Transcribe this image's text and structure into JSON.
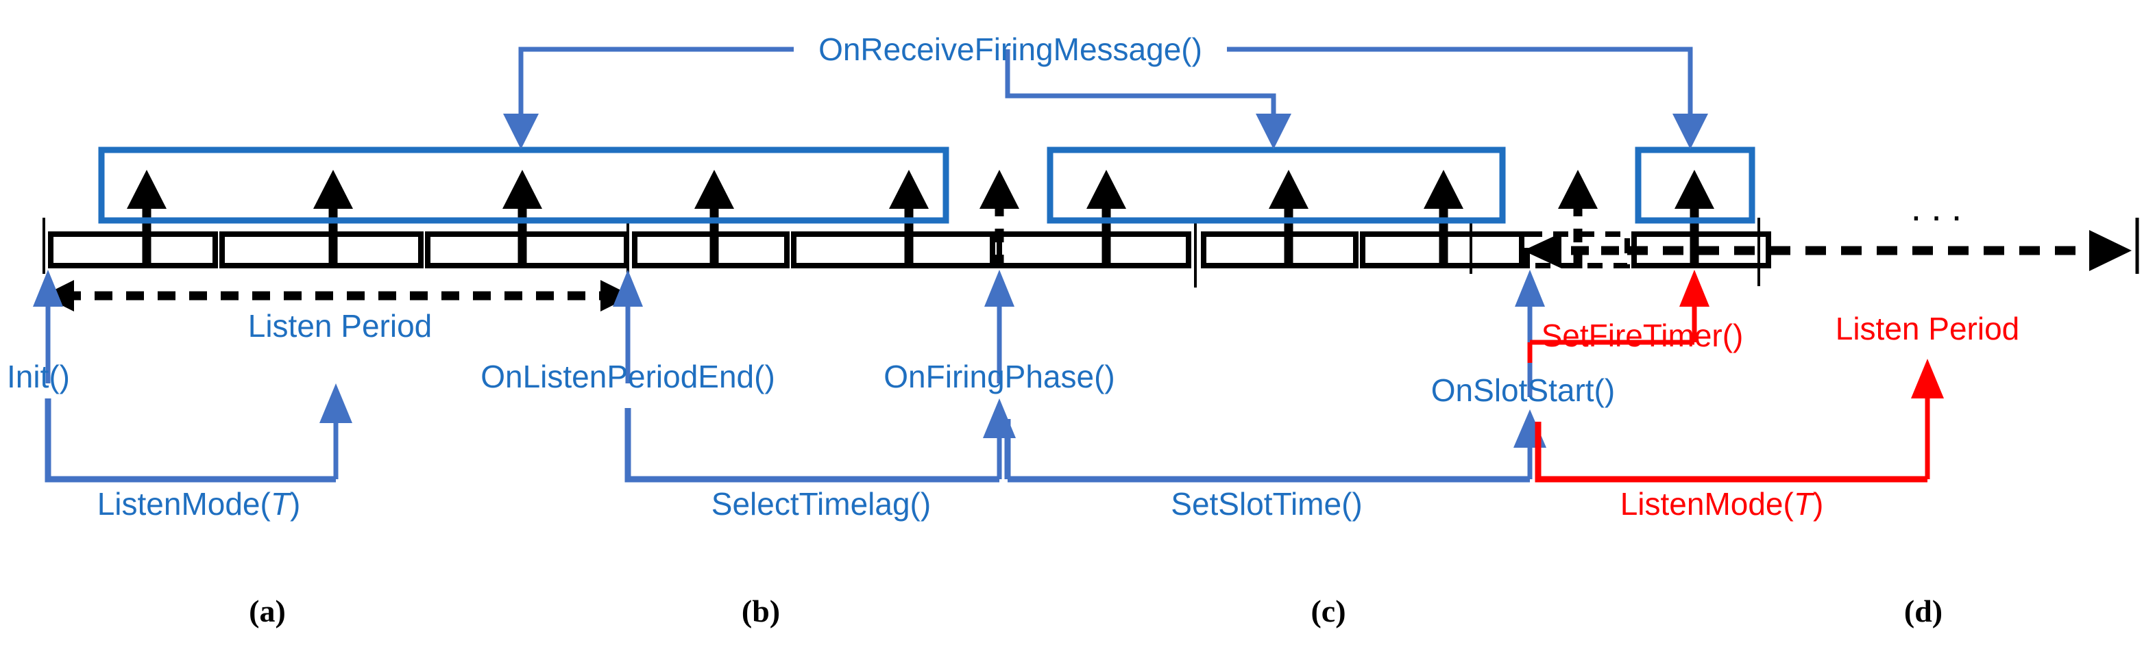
{
  "figure": {
    "type": "protocol-timing-diagram",
    "colors": {
      "blue": "#1F6FC0",
      "red": "#FF0000",
      "black": "#000000",
      "background": "#FFFFFF"
    },
    "top_callout": {
      "label": "OnReceiveFiringMessage()"
    },
    "timeline_labels": {
      "listen_period_blue": "Listen Period",
      "listen_period_red": "Listen Period",
      "init": "Init()",
      "on_listen_period_end": "OnListenPeriodEnd()",
      "on_firing_phase": "OnFiringPhase()",
      "on_slot_start": "OnSlotStart()",
      "set_fire_timer": "SetFireTimer()",
      "ellipsis": "..."
    },
    "bottom_callouts": [
      {
        "label_prefix": "ListenMode(",
        "label_italic": "T",
        "label_suffix": ")",
        "color": "#1F6FC0"
      },
      {
        "label_prefix": "SelectTimelag()",
        "label_italic": "",
        "label_suffix": "",
        "color": "#1F6FC0"
      },
      {
        "label_prefix": "SetSlotTime()",
        "label_italic": "",
        "label_suffix": "",
        "color": "#1F6FC0"
      },
      {
        "label_prefix": "ListenMode(",
        "label_italic": "T",
        "label_suffix": ")",
        "color": "#FF0000"
      }
    ],
    "subfigures": [
      {
        "id": "a",
        "label": "(a)"
      },
      {
        "id": "b",
        "label": "(b)"
      },
      {
        "id": "c",
        "label": "(c)"
      },
      {
        "id": "d",
        "label": "(d)"
      }
    ]
  }
}
